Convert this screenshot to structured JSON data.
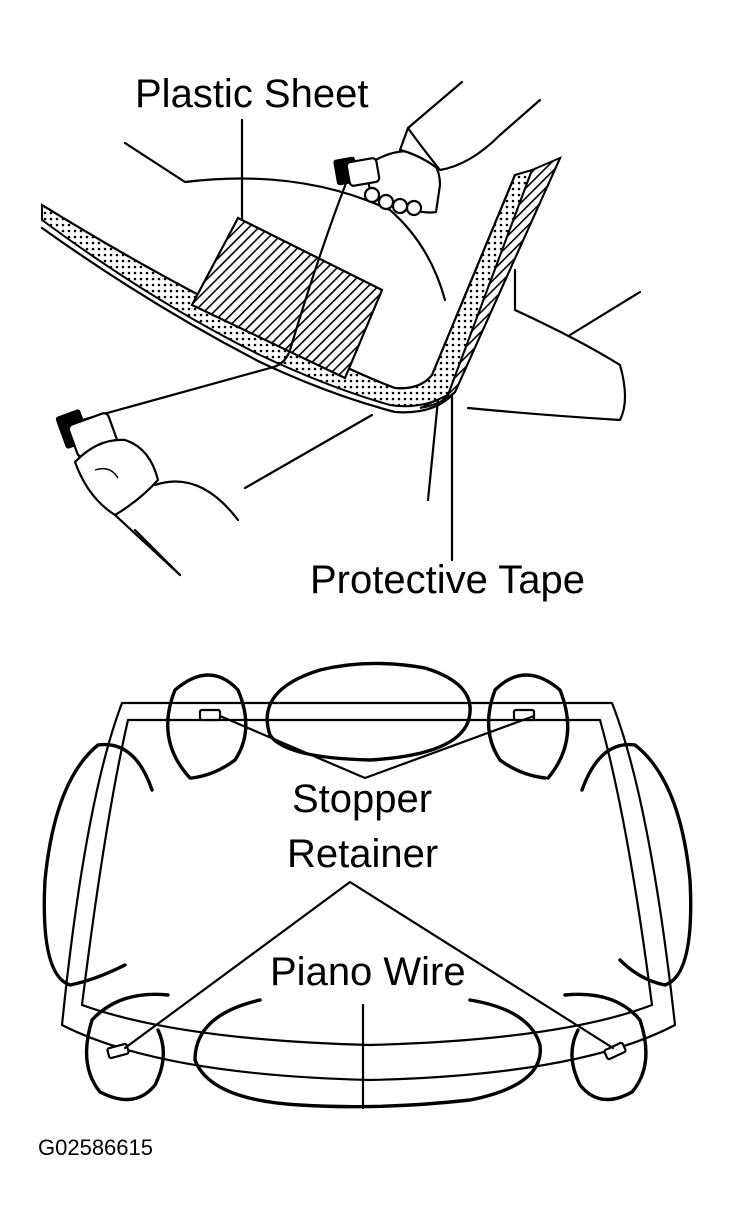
{
  "labels": {
    "plastic_sheet": "Plastic Sheet",
    "protective_tape": "Protective Tape",
    "stopper": "Stopper",
    "retainer": "Retainer",
    "piano_wire": "Piano Wire"
  },
  "figure_code": "G02586615",
  "colors": {
    "ink": "#000000",
    "background": "#ffffff"
  }
}
